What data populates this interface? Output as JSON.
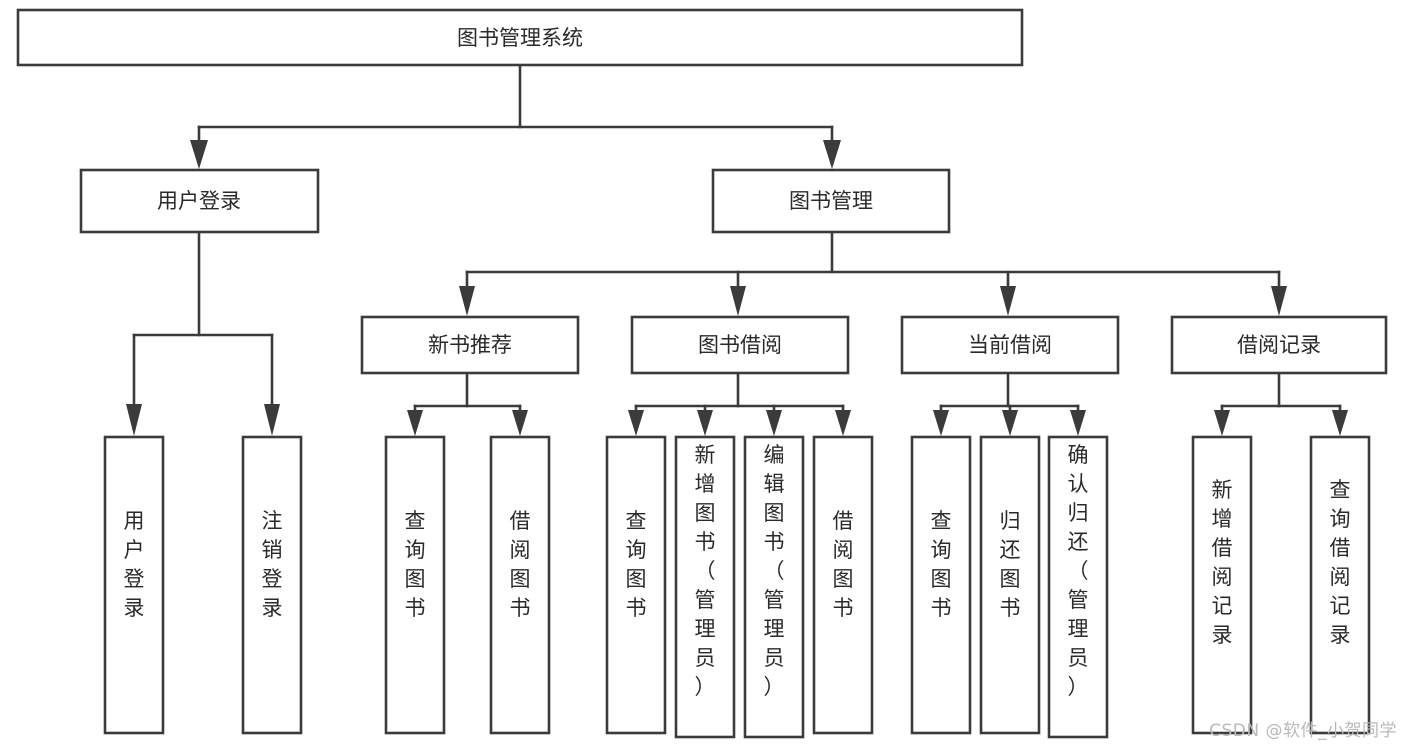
{
  "diagram": {
    "type": "tree-hierarchy",
    "title": "图书管理系统",
    "root": {
      "id": "root",
      "label": "图书管理系统",
      "level": 0
    },
    "level2": [
      {
        "id": "user-login",
        "label": "用户登录"
      },
      {
        "id": "book-management",
        "label": "图书管理"
      }
    ],
    "level3": [
      {
        "id": "new-book-recommend",
        "label": "新书推荐",
        "parent": "book-management"
      },
      {
        "id": "book-borrow",
        "label": "图书借阅",
        "parent": "book-management"
      },
      {
        "id": "current-borrow",
        "label": "当前借阅",
        "parent": "book-management"
      },
      {
        "id": "borrow-record",
        "label": "借阅记录",
        "parent": "book-management"
      }
    ],
    "leaves": {
      "user_login": [
        {
          "id": "leaf-user-login",
          "label": "用户登录"
        },
        {
          "id": "leaf-logout-login",
          "label": "注销登录"
        }
      ],
      "new_book_recommend": [
        {
          "id": "leaf-query-book-1",
          "label": "查询图书"
        },
        {
          "id": "leaf-borrow-book-1",
          "label": "借阅图书"
        }
      ],
      "book_borrow": [
        {
          "id": "leaf-query-book-2",
          "label": "查询图书"
        },
        {
          "id": "leaf-add-book",
          "label": "新增图书（管理员）"
        },
        {
          "id": "leaf-edit-book",
          "label": "编辑图书（管理员）"
        },
        {
          "id": "leaf-borrow-book-2",
          "label": "借阅图书"
        }
      ],
      "current_borrow": [
        {
          "id": "leaf-query-book-3",
          "label": "查询图书"
        },
        {
          "id": "leaf-return-book",
          "label": "归还图书"
        },
        {
          "id": "leaf-confirm-return",
          "label": "确认归还（管理员）"
        }
      ],
      "borrow_record": [
        {
          "id": "leaf-add-record",
          "label": "新增借阅记录"
        },
        {
          "id": "leaf-query-record",
          "label": "查询借阅记录"
        }
      ]
    },
    "colors": {
      "stroke": "#3b3b3b",
      "box_fill": "#ffffff",
      "text": "#2a2a2a",
      "background": "#ffffff",
      "watermark": "#b9b9b9"
    }
  },
  "watermark": {
    "text": "CSDN @软件_小贺同学"
  }
}
